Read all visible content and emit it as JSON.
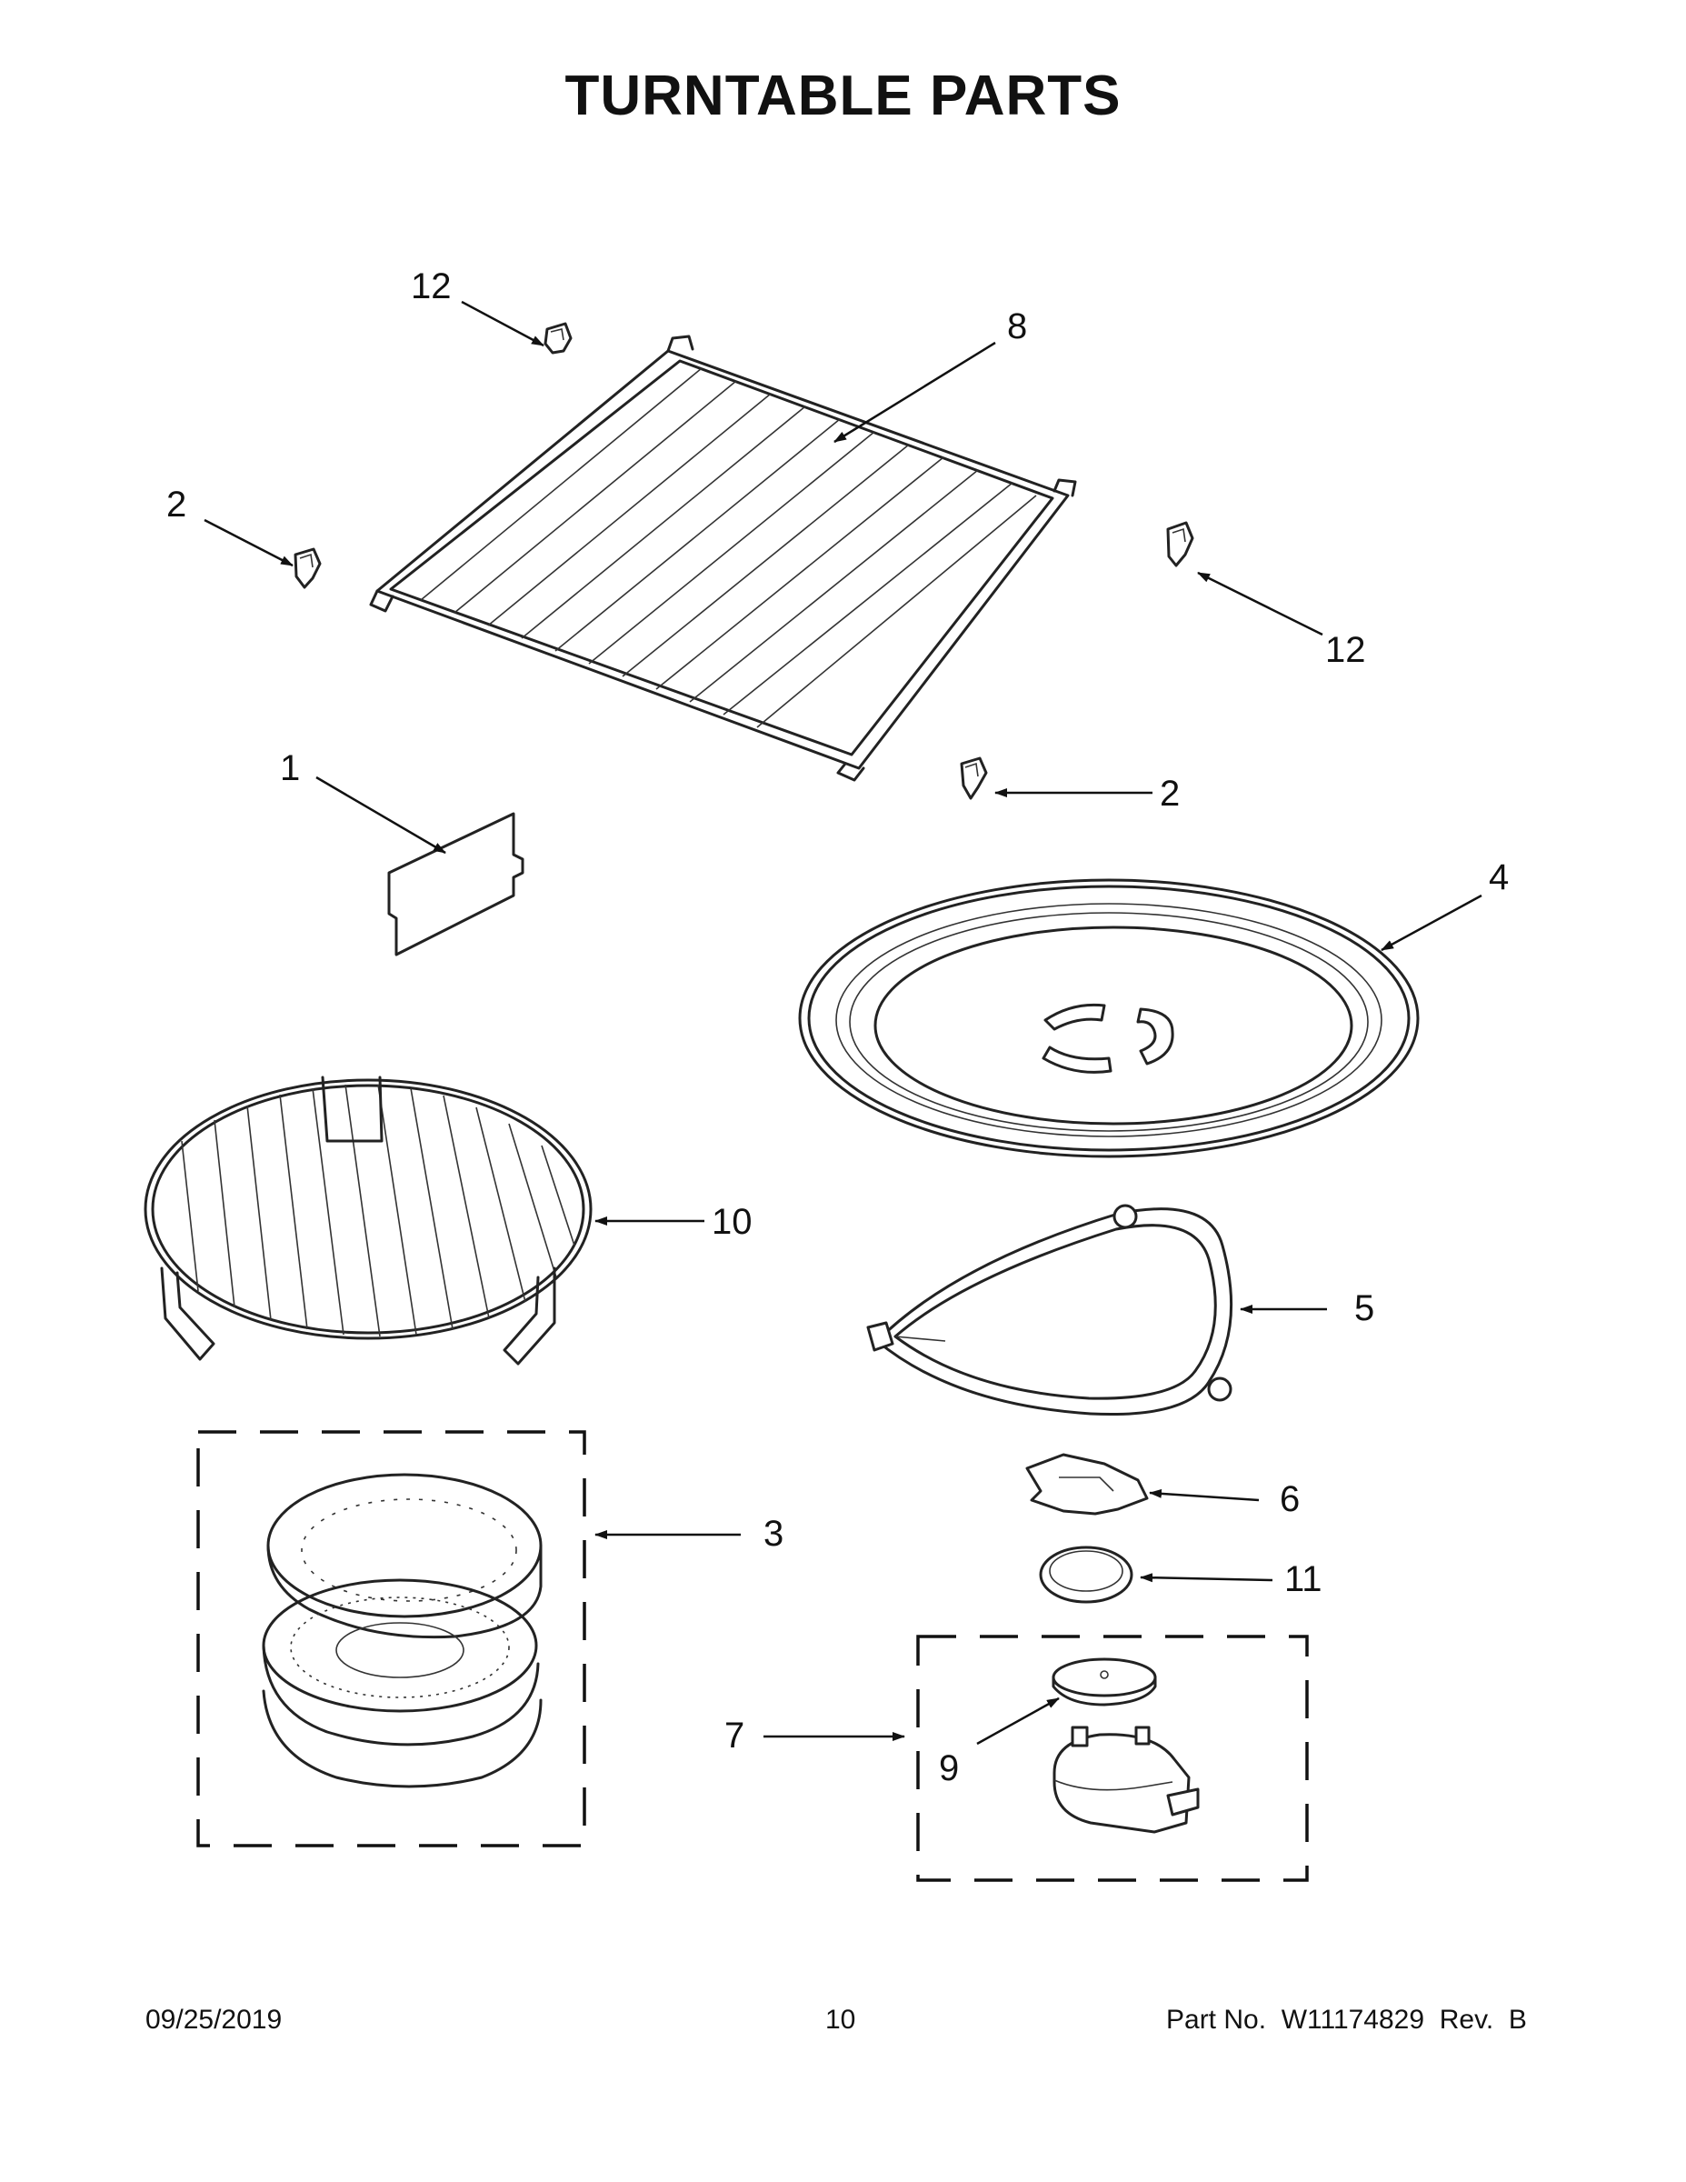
{
  "page": {
    "title": "TURNTABLE PARTS"
  },
  "callouts": {
    "rack_guide_left": "2",
    "rack_guide_right": "2",
    "rack_support_left": "12",
    "rack_support_right": "12",
    "oven_rack": "8",
    "waveguide_cover": "1",
    "turntable_tray": "4",
    "cooking_rack": "10",
    "roller_ring": "5",
    "hub_coupler": "6",
    "seal_ring": "11",
    "steamer_kit": "3",
    "motor_kit": "7",
    "motor_plate": "9"
  },
  "footer": {
    "date": "09/25/2019",
    "page_number": "10",
    "part_number": "Part No.  W11174829  Rev.  B"
  }
}
